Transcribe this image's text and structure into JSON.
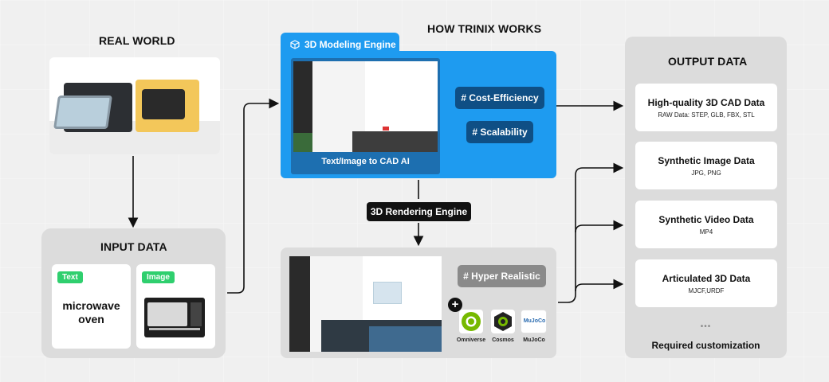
{
  "real_world": {
    "heading": "REAL WORLD"
  },
  "input": {
    "heading": "INPUT DATA",
    "text_tag": "Text",
    "text_value_line1": "microwave",
    "text_value_line2": "oven",
    "image_tag": "Image"
  },
  "center": {
    "heading": "HOW TRINIX WORKS",
    "modeling_tab": "3D Modeling Engine",
    "modeling_icon": "cube-icon",
    "modeling_caption": "Text/Image to CAD AI",
    "pill_cost": "# Cost-Efficiency",
    "pill_scalability": "# Scalability",
    "rendering_label": "3D Rendering Engine",
    "pill_realistic": "# Hyper Realistic",
    "logos": [
      "Omniverse",
      "Cosmos",
      "MuJoCo"
    ],
    "mujoco_mark": "MuJoCo"
  },
  "output": {
    "heading": "OUTPUT DATA",
    "cards": [
      {
        "title": "High-quality 3D CAD Data",
        "sub": "RAW Data: STEP, GLB, FBX, STL"
      },
      {
        "title": "Synthetic Image Data",
        "sub": "JPG, PNG"
      },
      {
        "title": "Synthetic Video Data",
        "sub": "MP4"
      },
      {
        "title": "Articulated 3D Data",
        "sub": "MJCF,URDF"
      }
    ],
    "dots": "•••",
    "footer": "Required customization"
  },
  "colors": {
    "accent_blue": "#1e9bf0",
    "navy": "#0f4f85",
    "green_tag": "#2fcf6e",
    "panel_grey": "#dcdcdc"
  }
}
